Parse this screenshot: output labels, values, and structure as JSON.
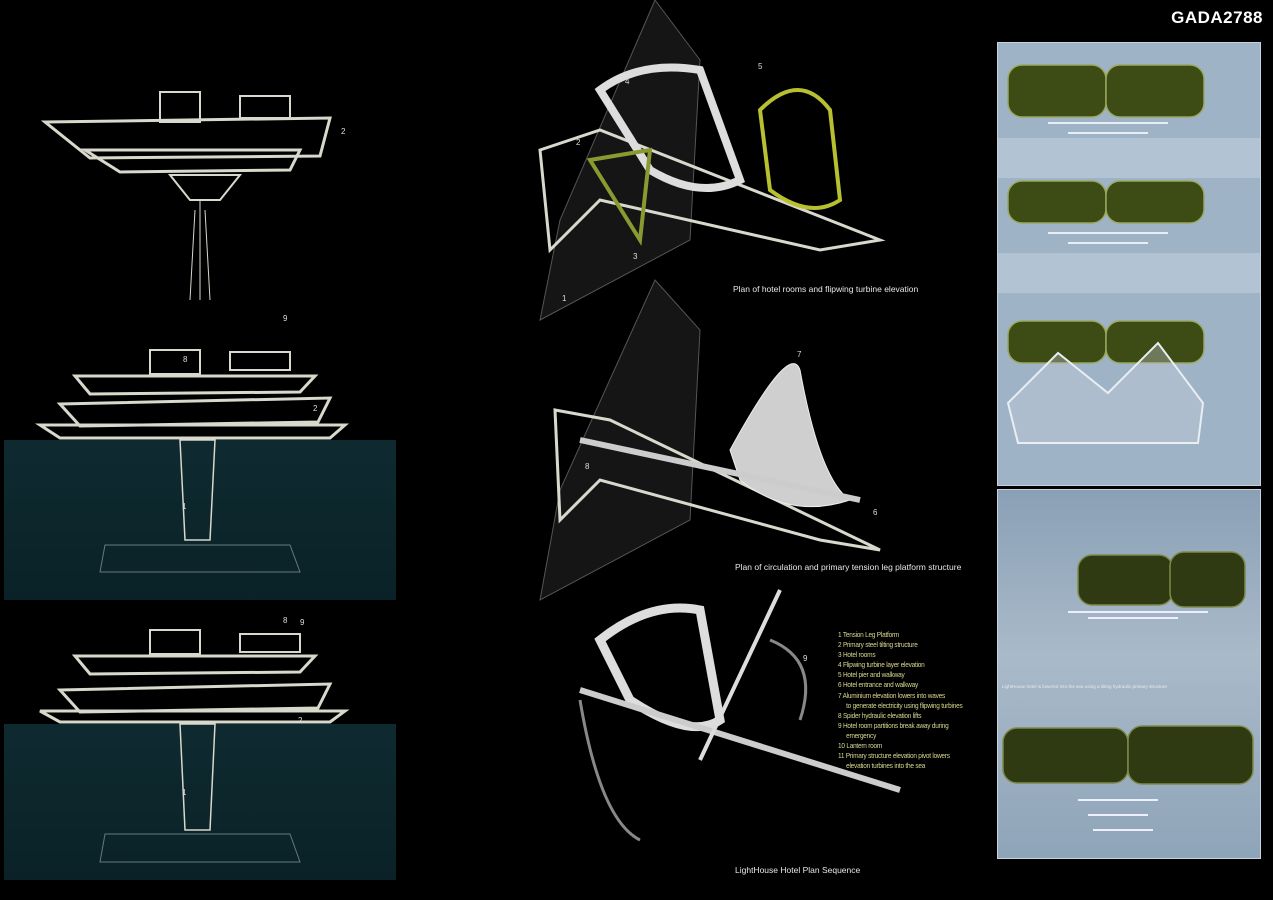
{
  "board_id": "GADA2788",
  "captions": {
    "plan1": "Plan of hotel rooms and flipwing turbine elevation",
    "plan2": "Plan of circulation and primary tension leg platform structure",
    "sequence": "LightHouse Hotel Plan Sequence",
    "render": "LightHouse hotel is lowered into the sea using a tilting hydraulic primary structure"
  },
  "legend": [
    "1 Tension Leg Platform",
    "2 Primary steel tilting structure",
    "3 Hotel rooms",
    "4 Flipwing turbine layer elevation",
    "5 Hotel pier and walkway",
    "6 Hotel entrance and walkway",
    "7 Aluminium elevation lowers into waves",
    "to generate electricity using flipwing turbines",
    "8 Spider hydraulic elevation lifts",
    "9 Hotel room partitions break away during",
    "emergency",
    "10 Lantern room",
    "11 Primary structure elevation pivot lowers",
    "elevation turbines into the sea"
  ],
  "labels": {
    "e1_2": "2",
    "e2_9": "9",
    "e2_8": "8",
    "e2_2": "2",
    "e2_1": "1",
    "e3_8": "8",
    "e3_9": "9",
    "e3_2": "2",
    "e3_1": "1",
    "p1_4": "4",
    "p1_5": "5",
    "p1_2": "2",
    "p1_3": "3",
    "p1_1": "1",
    "p2_7": "7",
    "p2_8": "8",
    "p2_6": "6",
    "p3_9": "9"
  },
  "colors": {
    "background": "#000000",
    "panel": "#9fb3c6",
    "water": "#0e2a30",
    "glass": "#3a4a12",
    "structure": "#d8d8cc"
  }
}
